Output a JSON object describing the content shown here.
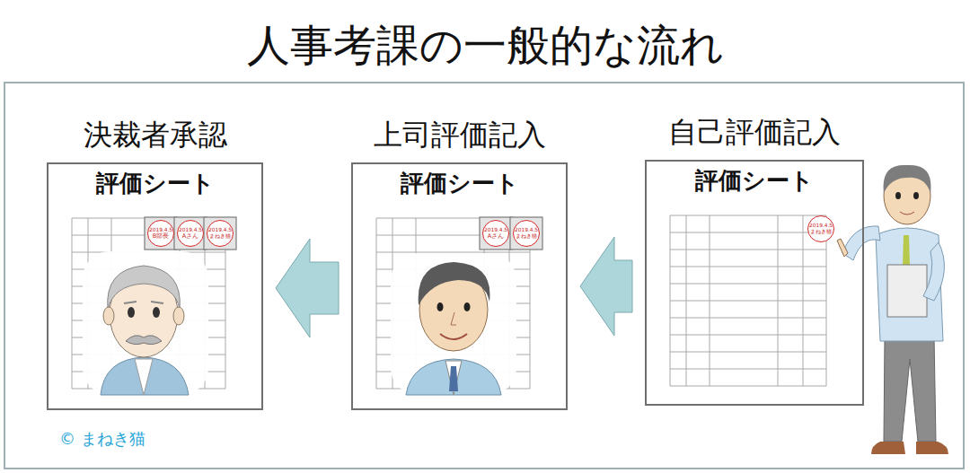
{
  "diagram": {
    "title": "人事考課の一般的な流れ",
    "nodes": [
      {
        "text": [
          "決裁者承認",
          "評価シート"
        ]
      },
      {
        "text": [
          "2019.4.5",
          "B部長"
        ],
        "in": 0
      },
      {
        "text": [
          "2019.4.5",
          "Aさん"
        ],
        "in": 0
      },
      {
        "text": [
          "2019.4.5",
          "まねき猫"
        ],
        "in": 0
      },
      {
        "text": [
          "上司評価記入",
          "評価シート"
        ]
      },
      {
        "text": [
          "2019.4.5",
          "Aさん"
        ],
        "in": 4
      },
      {
        "text": [
          "2019.4.5",
          "まねき猫"
        ],
        "in": 4
      },
      {
        "text": [
          "自己評価記入",
          "評価シート"
        ]
      },
      {
        "text": [
          "2019.4.5",
          "まねき猫"
        ],
        "in": 7
      }
    ],
    "edges": [
      {
        "from": 7,
        "to": 4,
        "arrow": "to"
      },
      {
        "from": 4,
        "to": 0,
        "arrow": "to"
      }
    ],
    "labels": [
      "© まねき猫"
    ]
  }
}
